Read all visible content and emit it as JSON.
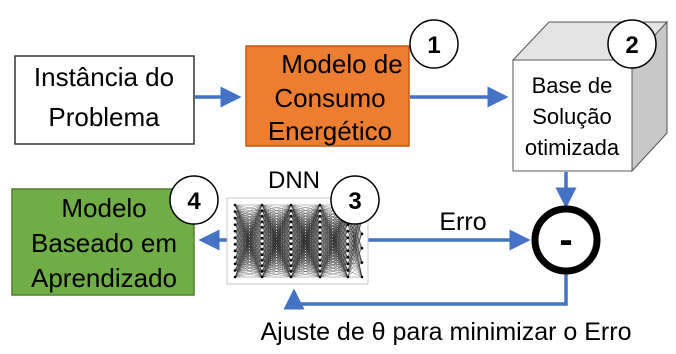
{
  "boxes": {
    "instancia": [
      "Instância do",
      "Problema"
    ],
    "modelo_consumo": [
      "Modelo de",
      "Consumo",
      "Energético"
    ],
    "base": [
      "Base de",
      "Solução",
      "otimizada"
    ],
    "modelo_aprendizado": [
      "Modelo",
      "Baseado em",
      "Aprendizado"
    ]
  },
  "badges": [
    "1",
    "2",
    "3",
    "4"
  ],
  "labels": {
    "dnn": "DNN",
    "erro": "Erro",
    "subtract": "-",
    "feedback": "Ajuste de θ para minimizar o Erro"
  },
  "colors": {
    "arrow": "#4472C4",
    "orange": "#ED7D31",
    "green": "#70AD47",
    "cube_side": "#C8C8C8",
    "cube_top": "#E4E4E4"
  }
}
